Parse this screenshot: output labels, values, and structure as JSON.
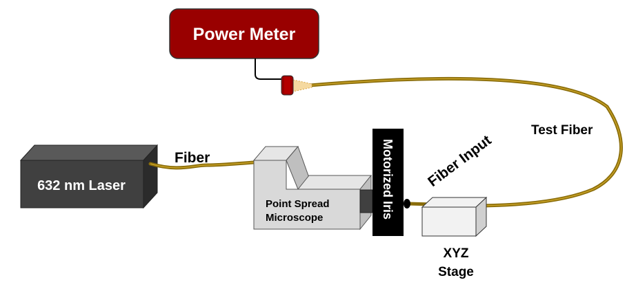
{
  "power_meter": {
    "label": "Power Meter",
    "fill": "#990000"
  },
  "laser": {
    "label": "632 nm Laser"
  },
  "fiber": {
    "label": "Fiber"
  },
  "test_fiber": {
    "label": "Test Fiber"
  },
  "fiber_input": {
    "label": "Fiber Input"
  },
  "psm": {
    "line1": "Point Spread",
    "line2": "Microscope"
  },
  "iris": {
    "label": "Motorized Iris"
  },
  "stage": {
    "line1": "XYZ",
    "line2": "Stage"
  },
  "colors": {
    "fiber_cable": "#8a6d0a",
    "laser_body": "#404040",
    "microscope": "#d9d9d9",
    "iris_body": "#000000"
  }
}
